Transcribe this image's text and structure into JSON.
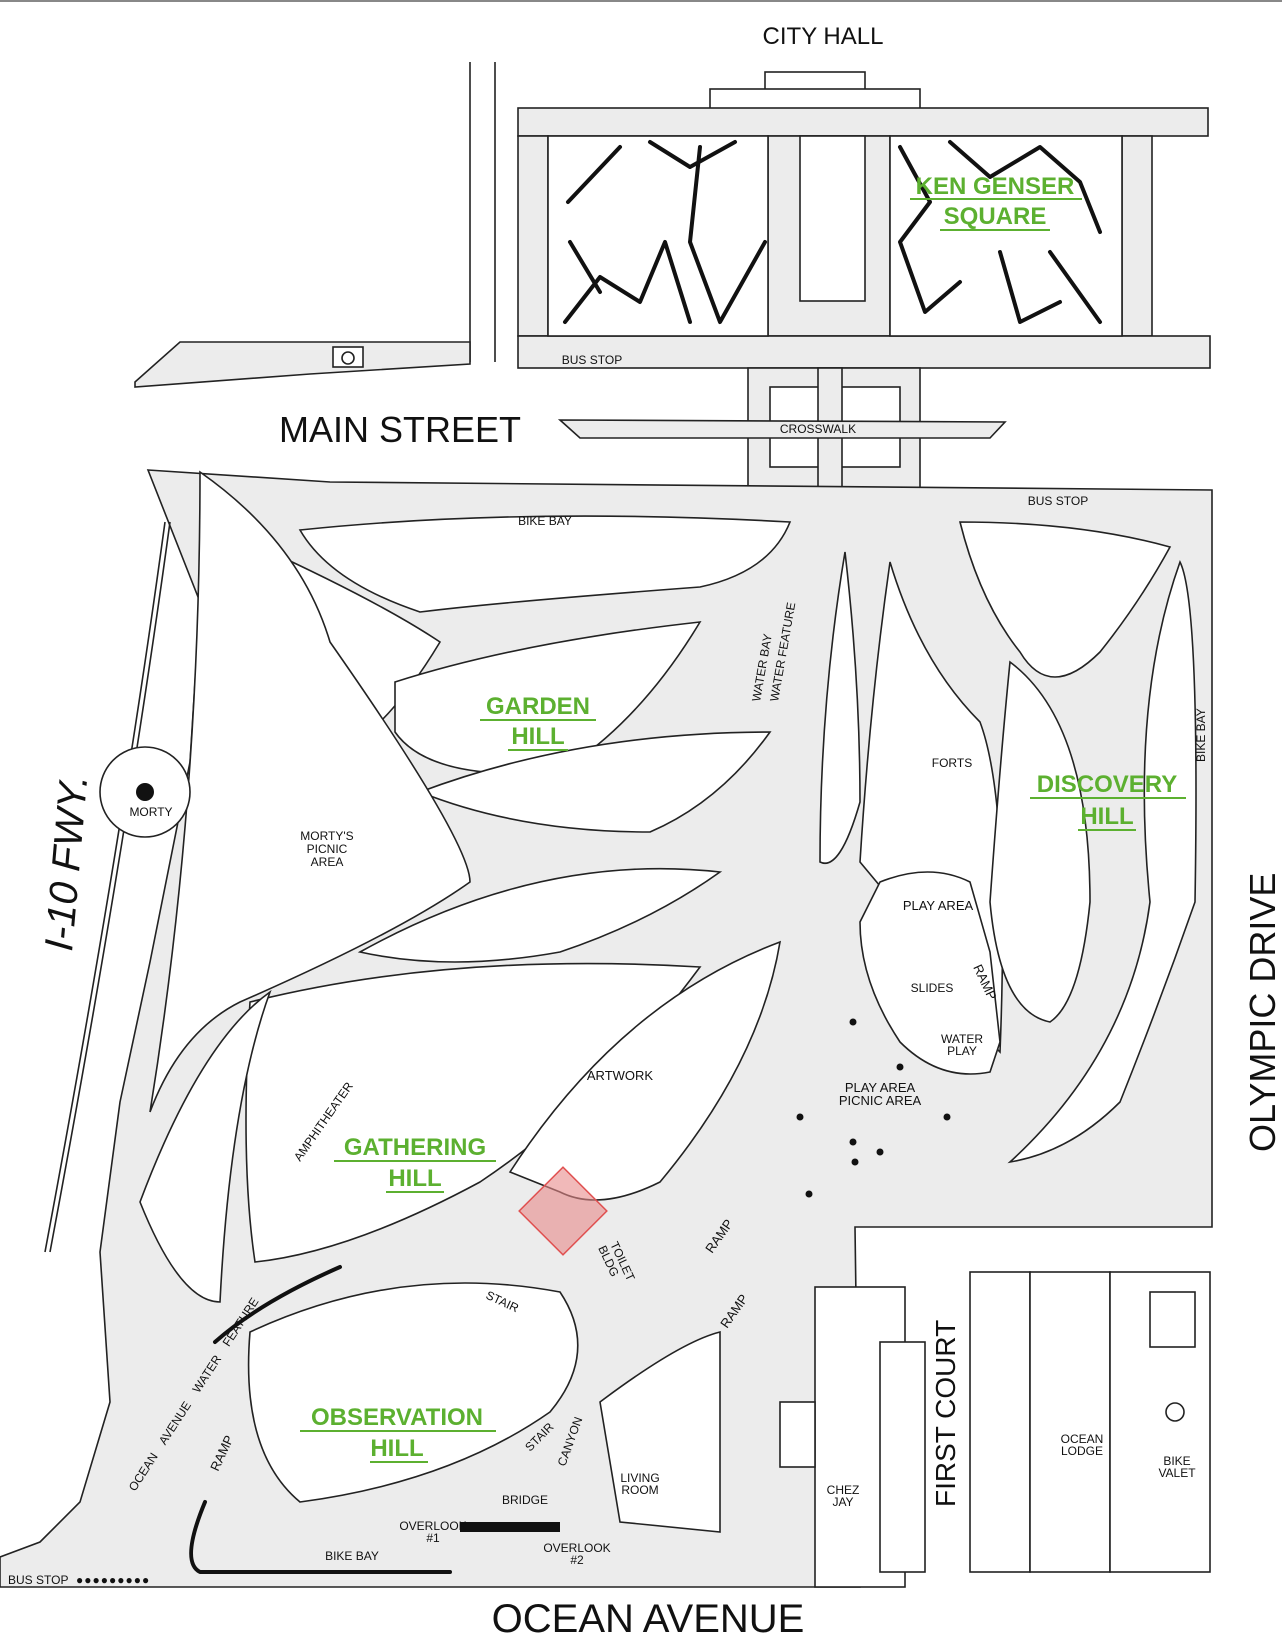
{
  "colors": {
    "hill_label": "#5cb030",
    "highlight": "#e88a8a",
    "path_fill": "#ececec"
  },
  "landmarks": {
    "city_hall": "CITY HALL",
    "main_street": "MAIN  STREET",
    "ocean_avenue": "OCEAN AVENUE",
    "olympic_drive": "OLYMPIC DRIVE",
    "freeway": "I-10 FWY.",
    "first_court": "FIRST COURT"
  },
  "hills": {
    "ken_genser": [
      "KEN GENSER",
      "SQUARE"
    ],
    "garden": [
      "GARDEN",
      "HILL"
    ],
    "discovery": [
      "DISCOVERY",
      "HILL"
    ],
    "gathering": [
      "GATHERING",
      "HILL"
    ],
    "observation": [
      "OBSERVATION",
      "HILL"
    ]
  },
  "labels": {
    "bus_stop_main": "BUS STOP",
    "crosswalk": "CROSSWALK",
    "bus_stop_east": "BUS STOP",
    "bike_bay_top": "BIKE BAY",
    "water_bay": "WATER BAY",
    "water_feature": "WATER FEATURE",
    "forts": "FORTS",
    "bike_bay_east": "BIKE BAY",
    "morty": "MORTY",
    "mortys_picnic": [
      "MORTY'S",
      "PICNIC",
      "AREA"
    ],
    "play_area": "PLAY AREA",
    "slides": "SLIDES",
    "ramp_play": "RAMP",
    "water_play": [
      "WATER",
      "PLAY"
    ],
    "artwork": "ARTWORK",
    "play_picnic": [
      "PLAY AREA",
      "PICNIC AREA"
    ],
    "amphitheater": "AMPHITHEATER",
    "ramp_1": "RAMP",
    "ramp_2": "RAMP",
    "toilet_bldg": [
      "TOILET",
      "BLDG"
    ],
    "stair_1": "STAIR",
    "ocean_water_feature": "OCEAN    AVENUE    WATER    FEATURE",
    "ramp_obs": "RAMP",
    "stair_2": "STAIR",
    "canyon": "CANYON",
    "living_room": [
      "LIVING",
      "ROOM"
    ],
    "bridge": "BRIDGE",
    "overlook_1": [
      "OVERLOOK",
      "#1"
    ],
    "overlook_2": [
      "OVERLOOK",
      "#2"
    ],
    "chez_jay": [
      "CHEZ",
      "JAY"
    ],
    "ocean_lodge": [
      "OCEAN",
      "LODGE"
    ],
    "bike_valet": [
      "BIKE",
      "VALET"
    ],
    "bike_bay_bottom": "BIKE BAY",
    "bus_stop_bottom": "BUS STOP"
  }
}
